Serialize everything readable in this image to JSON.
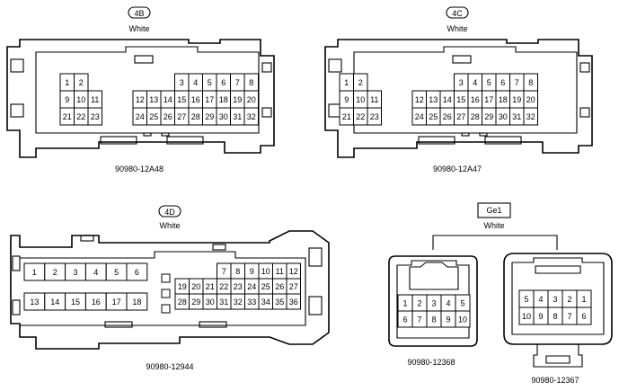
{
  "connectors": [
    {
      "id": "4B",
      "color": "White",
      "part_number": "90980-12A48",
      "left_rows": [
        [
          "1",
          "2"
        ],
        [
          "9",
          "10",
          "11"
        ],
        [
          "21",
          "22",
          "23"
        ]
      ],
      "right_rows": [
        [
          "3",
          "4",
          "5",
          "6",
          "7",
          "8"
        ],
        [
          "12",
          "13",
          "14",
          "15",
          "16",
          "17",
          "18",
          "19",
          "20"
        ],
        [
          "24",
          "25",
          "26",
          "27",
          "28",
          "29",
          "30",
          "31",
          "32"
        ]
      ]
    },
    {
      "id": "4C",
      "color": "White",
      "part_number": "90980-12A47",
      "left_rows": [
        [
          "1",
          "2"
        ],
        [
          "9",
          "10",
          "11"
        ],
        [
          "21",
          "22",
          "23"
        ]
      ],
      "right_rows": [
        [
          "3",
          "4",
          "5",
          "6",
          "7",
          "8"
        ],
        [
          "12",
          "13",
          "14",
          "15",
          "16",
          "17",
          "18",
          "19",
          "20"
        ],
        [
          "24",
          "25",
          "26",
          "27",
          "28",
          "29",
          "30",
          "31",
          "32"
        ]
      ]
    },
    {
      "id": "4D",
      "color": "White",
      "part_number": "90980-12944",
      "left_rows": [
        [
          "1",
          "2",
          "3",
          "4",
          "5",
          "6"
        ],
        [
          "13",
          "14",
          "15",
          "16",
          "17",
          "18"
        ]
      ],
      "right_rows": [
        [
          "7",
          "8",
          "9",
          "10",
          "11",
          "12"
        ],
        [
          "19",
          "20",
          "21",
          "22",
          "23",
          "24",
          "25",
          "26",
          "27"
        ],
        [
          "28",
          "29",
          "30",
          "31",
          "32",
          "33",
          "34",
          "35",
          "36"
        ]
      ]
    }
  ],
  "ge1": {
    "id": "Ge1",
    "color": "White",
    "connectors": [
      {
        "part_number": "90980-12368",
        "rows": [
          [
            "1",
            "2",
            "3",
            "4",
            "5"
          ],
          [
            "6",
            "7",
            "8",
            "9",
            "10"
          ]
        ]
      },
      {
        "part_number": "90980-12367",
        "rows": [
          [
            "5",
            "4",
            "3",
            "2",
            "1"
          ],
          [
            "10",
            "9",
            "8",
            "7",
            "6"
          ]
        ]
      }
    ]
  }
}
